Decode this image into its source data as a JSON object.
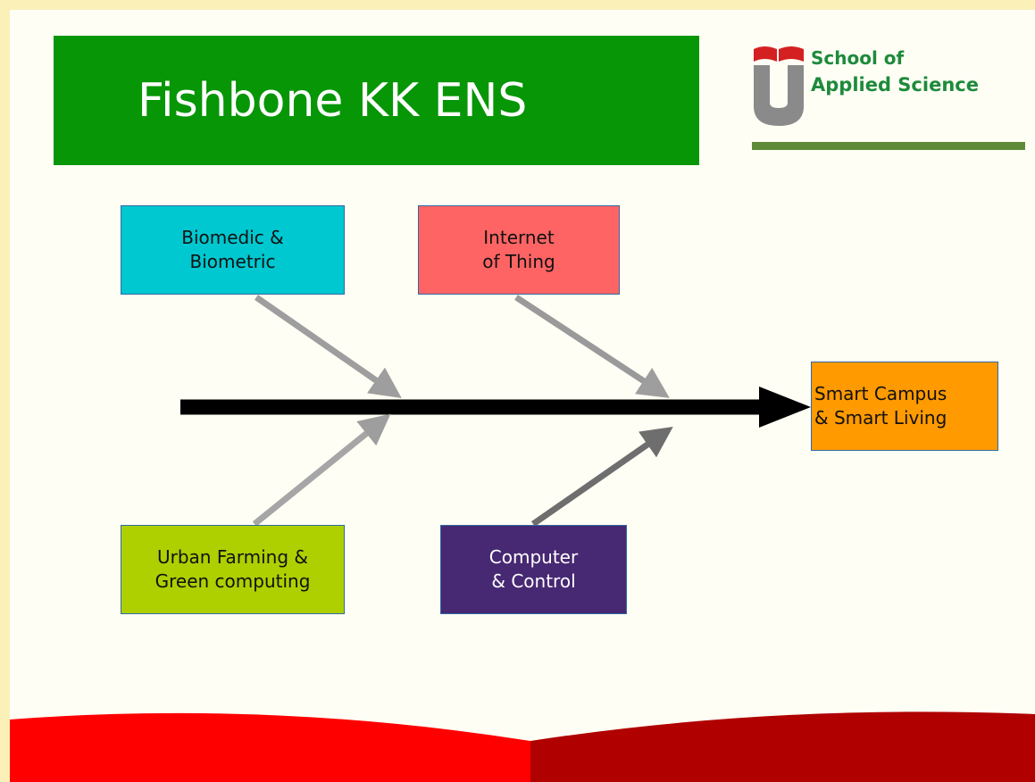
{
  "title": "Fishbone KK ENS",
  "logo": {
    "line1": "School of",
    "line2": "Applied Science"
  },
  "effect": "Smart Campus\n& Smart Living",
  "bones": {
    "top": [
      {
        "label": "Biomedic &\nBiometric"
      },
      {
        "label": "Internet\nof Thing"
      }
    ],
    "bottom": [
      {
        "label": "Urban Farming &\nGreen computing"
      },
      {
        "label": "Computer\n& Control"
      }
    ]
  },
  "colors": {
    "title_bg": "#069606",
    "biomedic": "#00c8d0",
    "iot": "#ff6464",
    "urban": "#aed000",
    "computer": "#472872",
    "effect": "#ff9a00",
    "spine": "#000000",
    "footer_left": "#ff0000",
    "footer_right": "#b00000",
    "logo_red": "#d42020",
    "logo_gray": "#8a8a8a",
    "logo_green": "#1e8a3c"
  }
}
